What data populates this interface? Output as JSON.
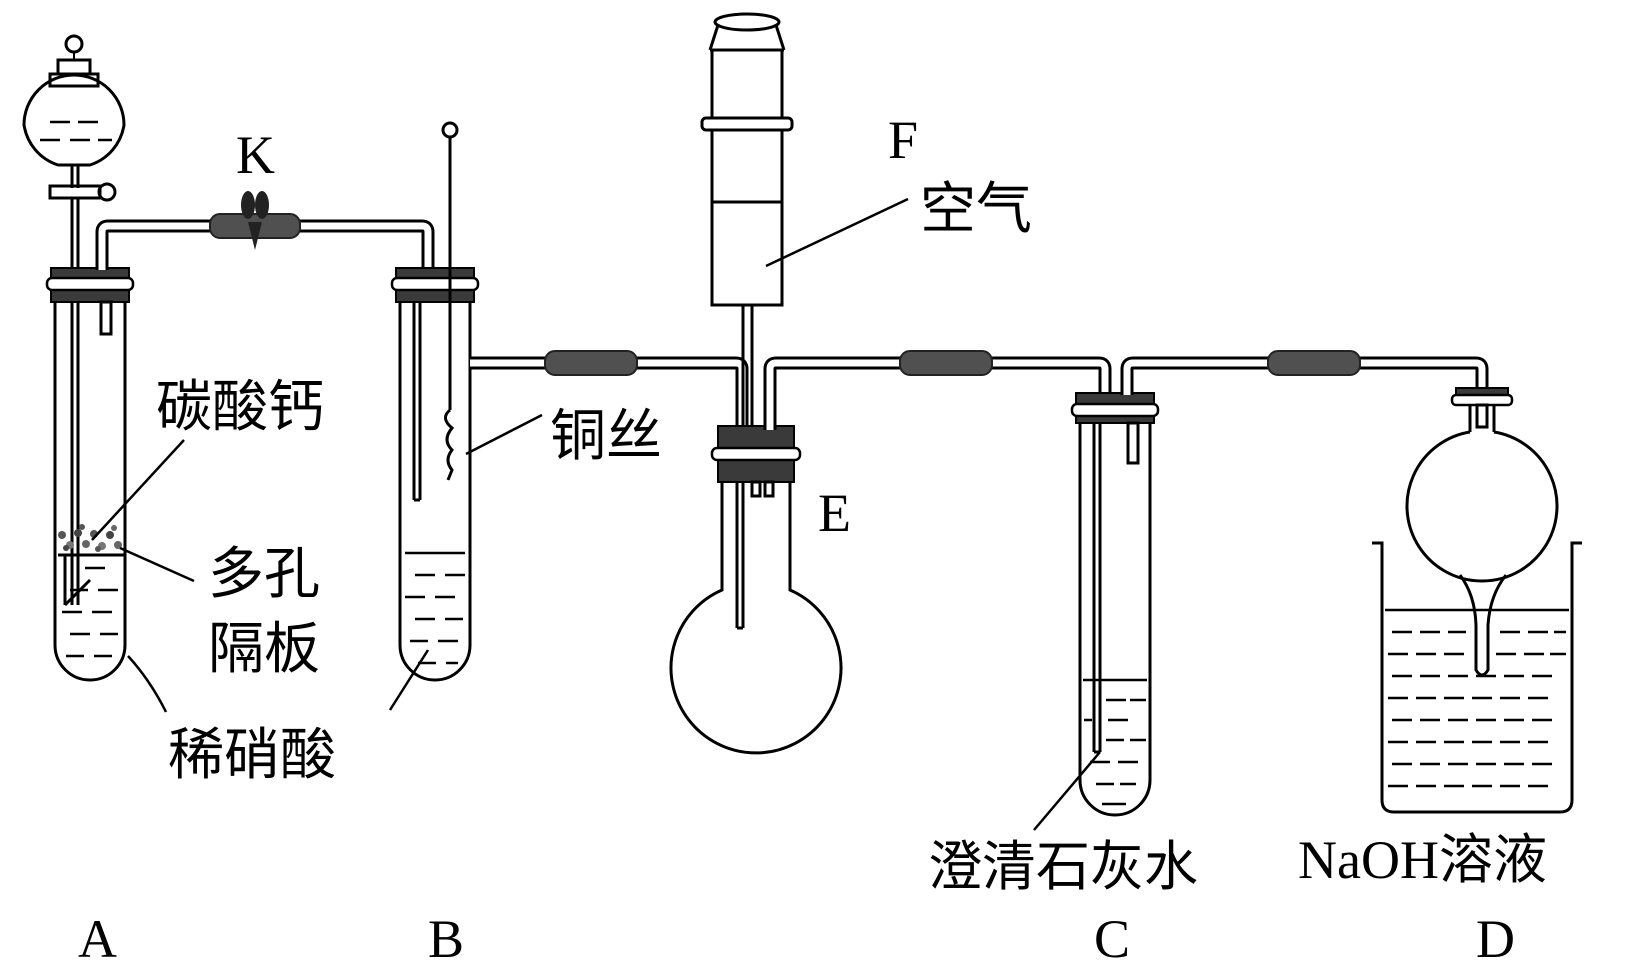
{
  "labels": {
    "A": "A",
    "B": "B",
    "C": "C",
    "D": "D",
    "E": "E",
    "F": "F",
    "K": "K",
    "air": "空气",
    "calcium_carbonate": "碳酸钙",
    "copper_wire": "铜丝",
    "porous_plate_line1": "多孔",
    "porous_plate_line2": "隔板",
    "dilute_nitric_acid": "稀硝酸",
    "limewater": "澄清石灰水",
    "naoh_solution": "NaOH溶液"
  }
}
